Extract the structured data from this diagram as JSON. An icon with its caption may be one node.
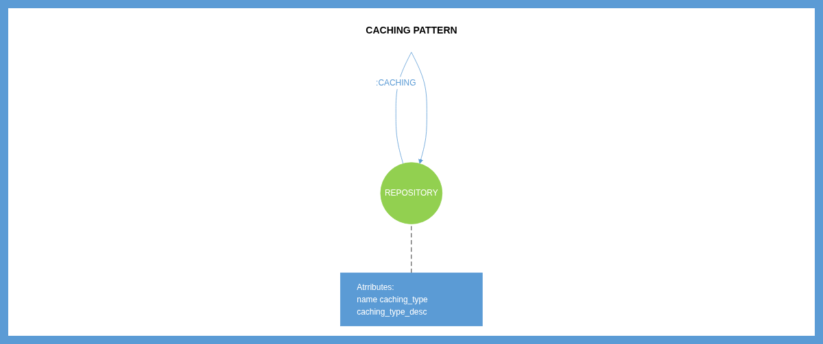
{
  "diagram": {
    "title": "CACHING PATTERN",
    "nodes": [
      {
        "text": [
          "REPOSITORY"
        ]
      },
      {
        "text": [
          "Atrributes:",
          "name caching_type caching_type_desc"
        ]
      }
    ],
    "edges": [
      {
        "from": 0,
        "to": 0,
        "arrow": "to",
        "label": ":CACHING",
        "color": "#5b9bd5"
      },
      {
        "from": 1,
        "to": 0,
        "arrow": "none",
        "style": "dashed",
        "color": "#000000"
      }
    ]
  }
}
